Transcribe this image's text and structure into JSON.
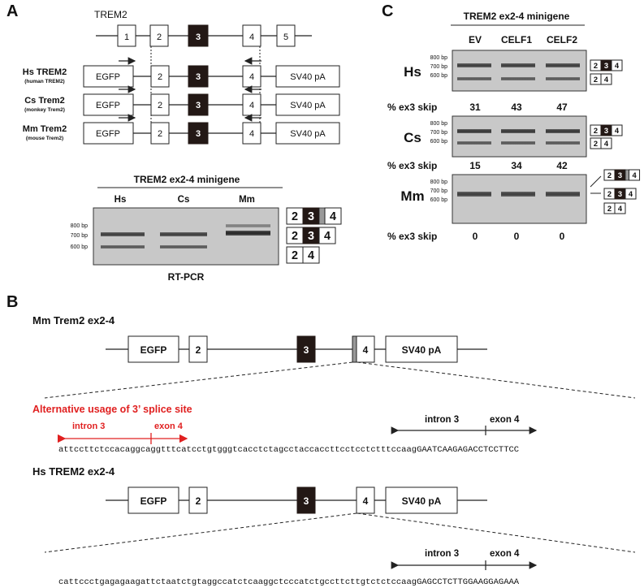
{
  "panels": {
    "a": "A",
    "b": "B",
    "c": "C"
  },
  "panel_a": {
    "gene_label": "TREM2",
    "gene_exons": [
      "1",
      "2",
      "3",
      "4",
      "5"
    ],
    "constructs": [
      {
        "name": "Hs TREM2",
        "sub": "(human TREM2)"
      },
      {
        "name": "Cs Trem2",
        "sub": "(monkey Trem2)"
      },
      {
        "name": "Mm Trem2",
        "sub": "(mouse Trem2)"
      }
    ],
    "egfp": "EGFP",
    "sv40": "SV40 pA",
    "minigene_exons": [
      "2",
      "3",
      "4"
    ],
    "gel_title": "TREM2 ex2-4 minigene",
    "lanes": [
      "Hs",
      "Cs",
      "Mm"
    ],
    "markers": [
      "800 bp",
      "700 bp",
      "600 bp"
    ],
    "gel_caption": "RT-PCR",
    "products": [
      [
        "2",
        "3",
        "4"
      ],
      [
        "2",
        "3",
        "4"
      ],
      [
        "2",
        "4"
      ]
    ]
  },
  "panel_c": {
    "title": "TREM2 ex2-4 minigene",
    "lanes": [
      "EV",
      "CELF1",
      "CELF2"
    ],
    "species": [
      "Hs",
      "Cs",
      "Mm"
    ],
    "markers": [
      "800 bp",
      "700 bp",
      "600 bp"
    ],
    "skip_label": "% ex3 skip",
    "skip_values": [
      {
        "species": "Hs",
        "values": [
          "31",
          "43",
          "47"
        ]
      },
      {
        "species": "Cs",
        "values": [
          "15",
          "34",
          "42"
        ]
      },
      {
        "species": "Mm",
        "values": [
          "0",
          "0",
          "0"
        ]
      }
    ],
    "products": [
      "2",
      "3",
      "4"
    ]
  },
  "panel_b": {
    "mm_title": "Mm Trem2 ex2-4",
    "hs_title": "Hs TREM2 ex2-4",
    "egfp": "EGFP",
    "sv40": "SV40 pA",
    "exons": [
      "2",
      "3",
      "4"
    ],
    "alt_title": "Alternative usage of 3’ splice site",
    "intron_label": "intron 3",
    "exon_label": "exon 4",
    "mm_seq_lower": "attccttctccacaggcaggtttcatcctgtgggtcacctctagcctaccaccttcctcctctttccaag",
    "mm_seq_upper": "GAATCAAGAGACCTCCTTCC",
    "hs_seq_lower": "cattccctgagagaagattctaatctgtaggccatctcaaggctcccatctgccttcttgtctctccaag",
    "hs_seq_upper": "GAGCCTCTTGGAAGGAGAAA"
  },
  "colors": {
    "exon3": "#231815",
    "highlight": "#e02020",
    "gel": "#c8c8c8"
  }
}
